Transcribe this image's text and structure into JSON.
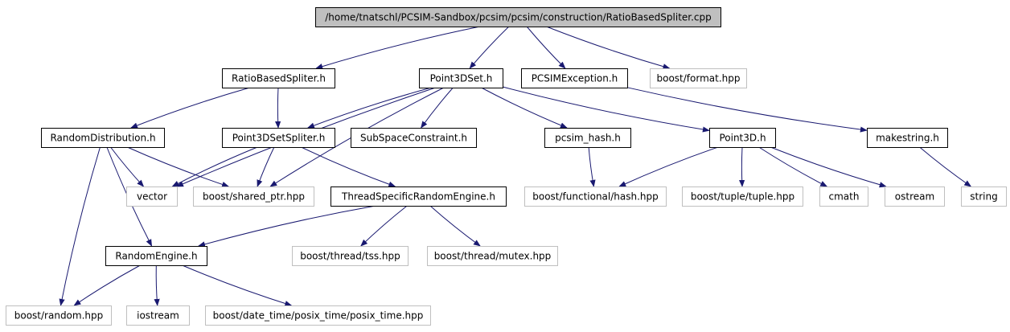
{
  "colors": {
    "edge": "#191970",
    "local_border": "#000000",
    "system_border": "#bfbfbf",
    "root_fill": "#bfbfbf",
    "text_local": "#000000",
    "text_system": "#000000"
  },
  "graph": {
    "nodes": [
      {
        "id": "root",
        "label": "/home/tnatschl/PCSIM-Sandbox/pcsim/pcsim/construction/RatioBasedSpliter.cpp",
        "kind": "root"
      },
      {
        "id": "ratiobasedspliter_h",
        "label": "RatioBasedSpliter.h",
        "kind": "local"
      },
      {
        "id": "point3dset_h",
        "label": "Point3DSet.h",
        "kind": "local"
      },
      {
        "id": "pcsimexception_h",
        "label": "PCSIMException.h",
        "kind": "local"
      },
      {
        "id": "boost_format",
        "label": "boost/format.hpp",
        "kind": "system"
      },
      {
        "id": "randomdistribution_h",
        "label": "RandomDistribution.h",
        "kind": "local"
      },
      {
        "id": "point3dsetspliter_h",
        "label": "Point3DSetSpliter.h",
        "kind": "local"
      },
      {
        "id": "subspaceconstraint_h",
        "label": "SubSpaceConstraint.h",
        "kind": "local"
      },
      {
        "id": "pcsim_hash_h",
        "label": "pcsim_hash.h",
        "kind": "local"
      },
      {
        "id": "point3d_h",
        "label": "Point3D.h",
        "kind": "local"
      },
      {
        "id": "makestring_h",
        "label": "makestring.h",
        "kind": "local"
      },
      {
        "id": "vector",
        "label": "vector",
        "kind": "system"
      },
      {
        "id": "boost_shared_ptr",
        "label": "boost/shared_ptr.hpp",
        "kind": "system"
      },
      {
        "id": "threadspecificrandomengine_h",
        "label": "ThreadSpecificRandomEngine.h",
        "kind": "local"
      },
      {
        "id": "boost_functional_hash",
        "label": "boost/functional/hash.hpp",
        "kind": "system"
      },
      {
        "id": "boost_tuple",
        "label": "boost/tuple/tuple.hpp",
        "kind": "system"
      },
      {
        "id": "cmath",
        "label": "cmath",
        "kind": "system"
      },
      {
        "id": "ostream",
        "label": "ostream",
        "kind": "system"
      },
      {
        "id": "string",
        "label": "string",
        "kind": "system"
      },
      {
        "id": "randomengine_h",
        "label": "RandomEngine.h",
        "kind": "local"
      },
      {
        "id": "boost_thread_tss",
        "label": "boost/thread/tss.hpp",
        "kind": "system"
      },
      {
        "id": "boost_thread_mutex",
        "label": "boost/thread/mutex.hpp",
        "kind": "system"
      },
      {
        "id": "boost_random",
        "label": "boost/random.hpp",
        "kind": "system"
      },
      {
        "id": "iostream",
        "label": "iostream",
        "kind": "system"
      },
      {
        "id": "boost_posix_time",
        "label": "boost/date_time/posix_time/posix_time.hpp",
        "kind": "system"
      }
    ],
    "edges": [
      {
        "from": "root",
        "to": "ratiobasedspliter_h"
      },
      {
        "from": "root",
        "to": "point3dset_h"
      },
      {
        "from": "root",
        "to": "pcsimexception_h"
      },
      {
        "from": "root",
        "to": "boost_format"
      },
      {
        "from": "ratiobasedspliter_h",
        "to": "randomdistribution_h"
      },
      {
        "from": "ratiobasedspliter_h",
        "to": "point3dsetspliter_h"
      },
      {
        "from": "point3dset_h",
        "to": "vector"
      },
      {
        "from": "point3dset_h",
        "to": "point3dsetspliter_h"
      },
      {
        "from": "point3dset_h",
        "to": "subspaceconstraint_h"
      },
      {
        "from": "point3dset_h",
        "to": "boost_shared_ptr"
      },
      {
        "from": "point3dset_h",
        "to": "pcsim_hash_h"
      },
      {
        "from": "point3dset_h",
        "to": "point3d_h"
      },
      {
        "from": "pcsimexception_h",
        "to": "makestring_h"
      },
      {
        "from": "randomdistribution_h",
        "to": "vector"
      },
      {
        "from": "randomdistribution_h",
        "to": "boost_shared_ptr"
      },
      {
        "from": "randomdistribution_h",
        "to": "randomengine_h"
      },
      {
        "from": "randomdistribution_h",
        "to": "boost_random"
      },
      {
        "from": "point3dsetspliter_h",
        "to": "vector"
      },
      {
        "from": "point3dsetspliter_h",
        "to": "boost_shared_ptr"
      },
      {
        "from": "point3dsetspliter_h",
        "to": "threadspecificrandomengine_h"
      },
      {
        "from": "pcsim_hash_h",
        "to": "boost_functional_hash"
      },
      {
        "from": "point3d_h",
        "to": "boost_functional_hash"
      },
      {
        "from": "point3d_h",
        "to": "boost_tuple"
      },
      {
        "from": "point3d_h",
        "to": "cmath"
      },
      {
        "from": "point3d_h",
        "to": "ostream"
      },
      {
        "from": "makestring_h",
        "to": "string"
      },
      {
        "from": "threadspecificrandomengine_h",
        "to": "randomengine_h"
      },
      {
        "from": "threadspecificrandomengine_h",
        "to": "boost_thread_tss"
      },
      {
        "from": "threadspecificrandomengine_h",
        "to": "boost_thread_mutex"
      },
      {
        "from": "randomengine_h",
        "to": "boost_random"
      },
      {
        "from": "randomengine_h",
        "to": "iostream"
      },
      {
        "from": "randomengine_h",
        "to": "boost_posix_time"
      }
    ]
  }
}
